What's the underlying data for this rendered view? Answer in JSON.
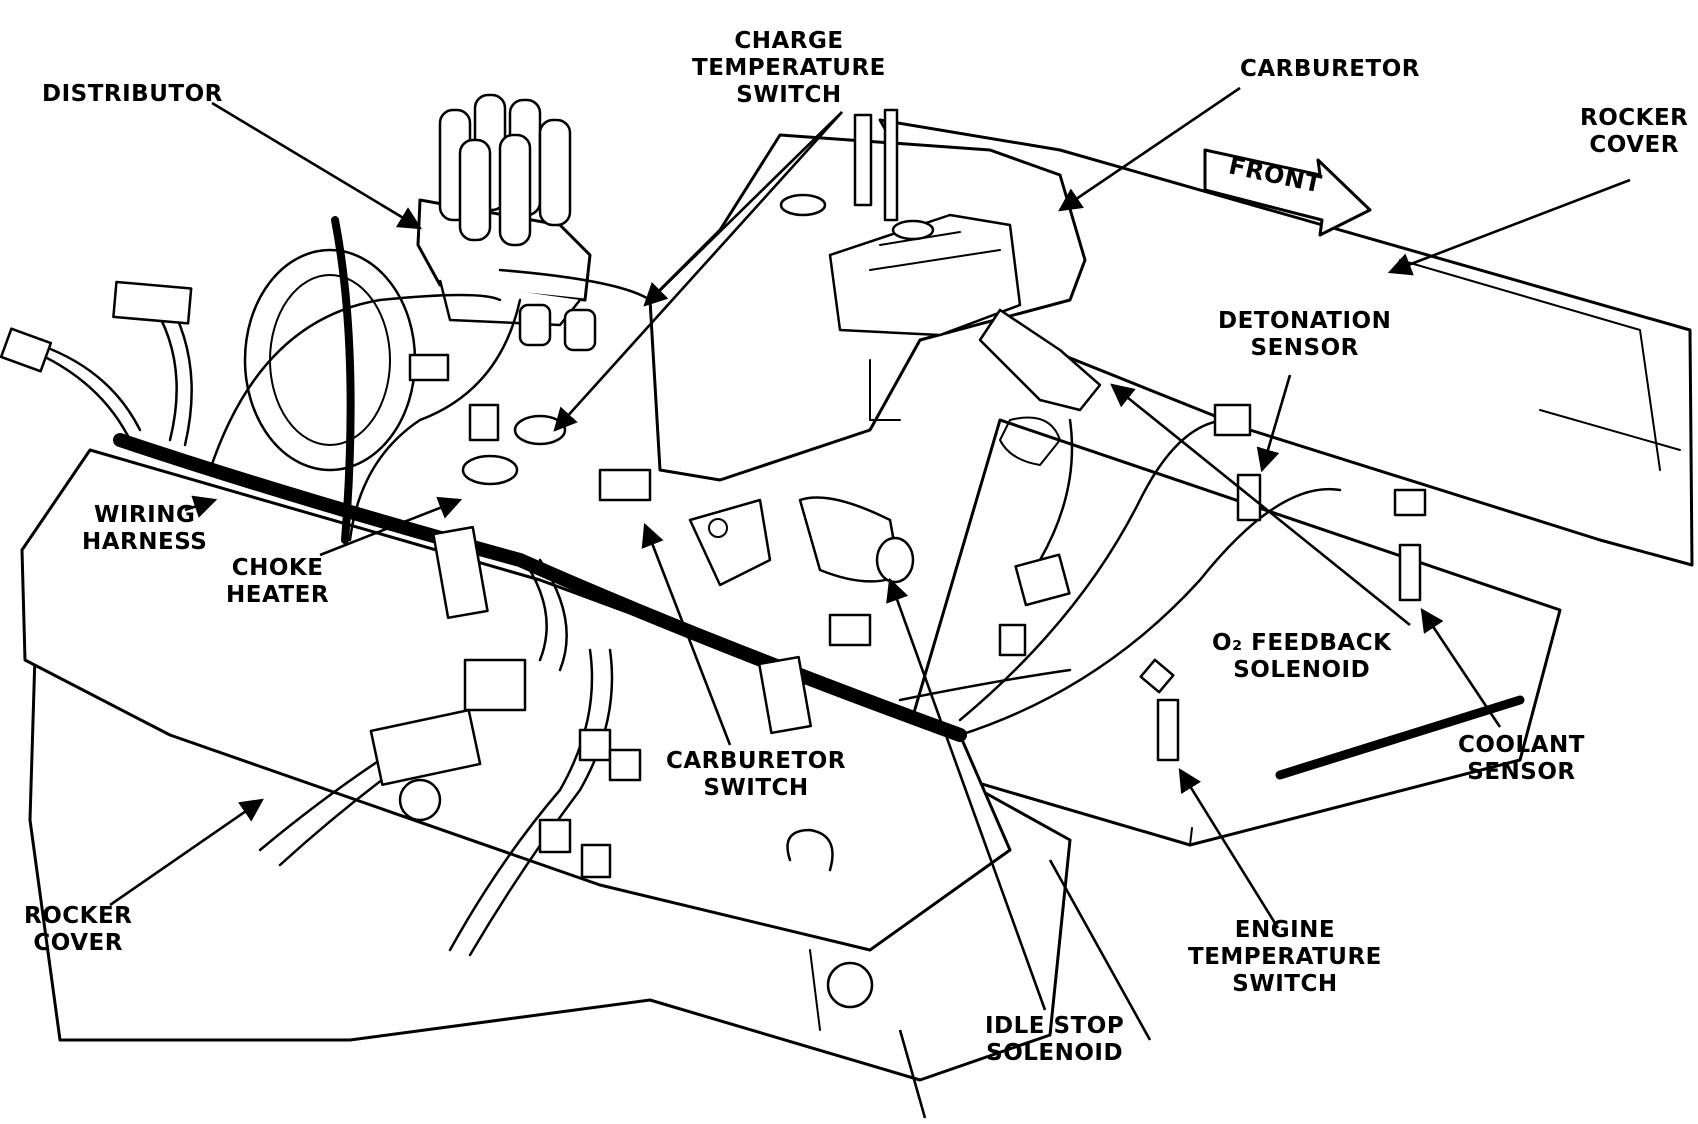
{
  "labels": {
    "distributor": "DISTRIBUTOR",
    "charge_temperature_switch": "CHARGE\nTEMPERATURE\nSWITCH",
    "carburetor": "CARBURETOR",
    "rocker_cover_right": "ROCKER\nCOVER",
    "front": "FRONT",
    "detonation_sensor": "DETONATION\nSENSOR",
    "wiring_harness": "WIRING\nHARNESS",
    "choke_heater": "CHOKE\nHEATER",
    "o2_feedback_solenoid": "O₂ FEEDBACK\nSOLENOID",
    "coolant_sensor": "COOLANT\nSENSOR",
    "carburetor_switch": "CARBURETOR\nSWITCH",
    "rocker_cover_left": "ROCKER\nCOVER",
    "engine_temperature_switch": "ENGINE\nTEMPERATURE\nSWITCH",
    "idle_stop_solenoid": "IDLE STOP\nSOLENOID"
  }
}
